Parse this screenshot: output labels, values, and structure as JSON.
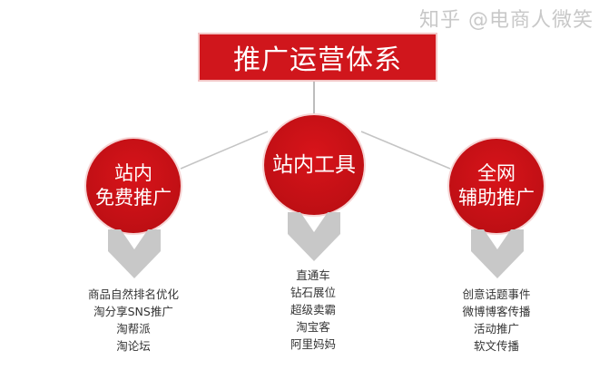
{
  "title": "推广运营体系",
  "branches": [
    {
      "label_lines": [
        "站内",
        "免费推广"
      ],
      "items": [
        "商品自然排名优化",
        "淘分享SNS推广",
        "淘帮派",
        "淘论坛"
      ]
    },
    {
      "label_lines": [
        "站内工具"
      ],
      "items": [
        "直通车",
        "钻石展位",
        "超级卖霸",
        "淘宝客",
        "阿里妈妈"
      ]
    },
    {
      "label_lines": [
        "全网",
        "辅助推广"
      ],
      "items": [
        "创意话题事件",
        "微博博客传播",
        "活动推广",
        "软文传播"
      ]
    }
  ],
  "watermark": "知乎 @电商人微笑",
  "colors": {
    "accent": "#d0161c",
    "chevron": "#c8c8c8",
    "line": "#bdbdbd"
  }
}
